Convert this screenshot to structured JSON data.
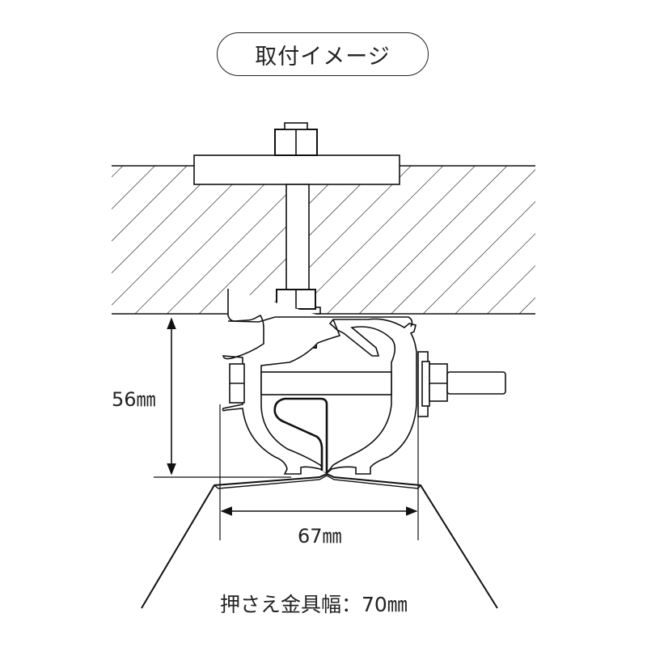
{
  "title": "取付イメージ",
  "dimensions": {
    "height_label": "56㎜",
    "width_label": "67㎜",
    "clamp_width_label": "押さえ金具幅：70㎜"
  }
}
